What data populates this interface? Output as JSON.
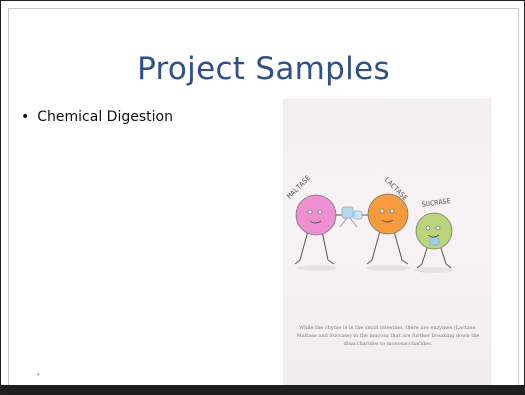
{
  "slide": {
    "title": "Project Samples",
    "bullets": [
      {
        "text": "Chemical Digestion"
      }
    ],
    "footer_bullet": "•"
  },
  "sample_image": {
    "enzyme_labels": [
      "MALTASE",
      "LACTASE",
      "SUCRASE"
    ],
    "caption": "While the chyme is in the small intestine, there are enzymes (Lactase, Maltase and Sucrase) in the mucosa that are further breaking down the disaccharides to monosaccharides.",
    "colors": {
      "maltase": "#ee8fd2",
      "lactase": "#f59a3d",
      "sucrase": "#bcd57c"
    }
  }
}
